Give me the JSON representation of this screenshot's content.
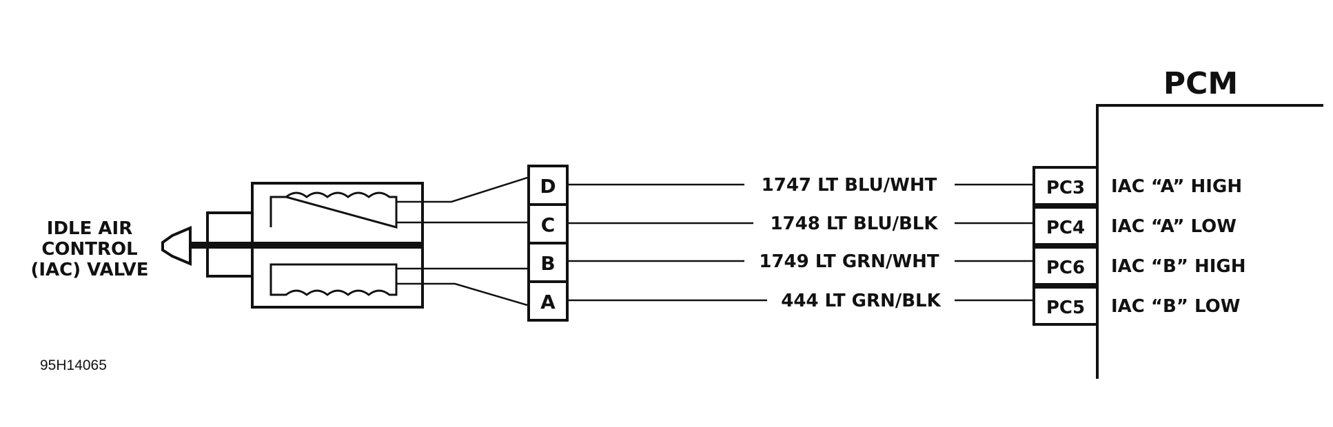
{
  "diagram": {
    "pcm_title": "PCM",
    "valve_label": [
      "IDLE AIR",
      "CONTROL",
      "(IAC) VALVE"
    ],
    "code": "95H14065",
    "pins": [
      "D",
      "C",
      "B",
      "A"
    ],
    "circuits": [
      {
        "wire": "1747 LT BLU/WHT",
        "terminal": "PC3",
        "function": "IAC “A” HIGH"
      },
      {
        "wire": "1748 LT BLU/BLK",
        "terminal": "PC4",
        "function": "IAC “A” LOW"
      },
      {
        "wire": "1749 LT GRN/WHT",
        "terminal": "PC6",
        "function": "IAC “B” HIGH"
      },
      {
        "wire": "444 LT GRN/BLK",
        "terminal": "PC5",
        "function": "IAC “B” LOW"
      }
    ]
  }
}
